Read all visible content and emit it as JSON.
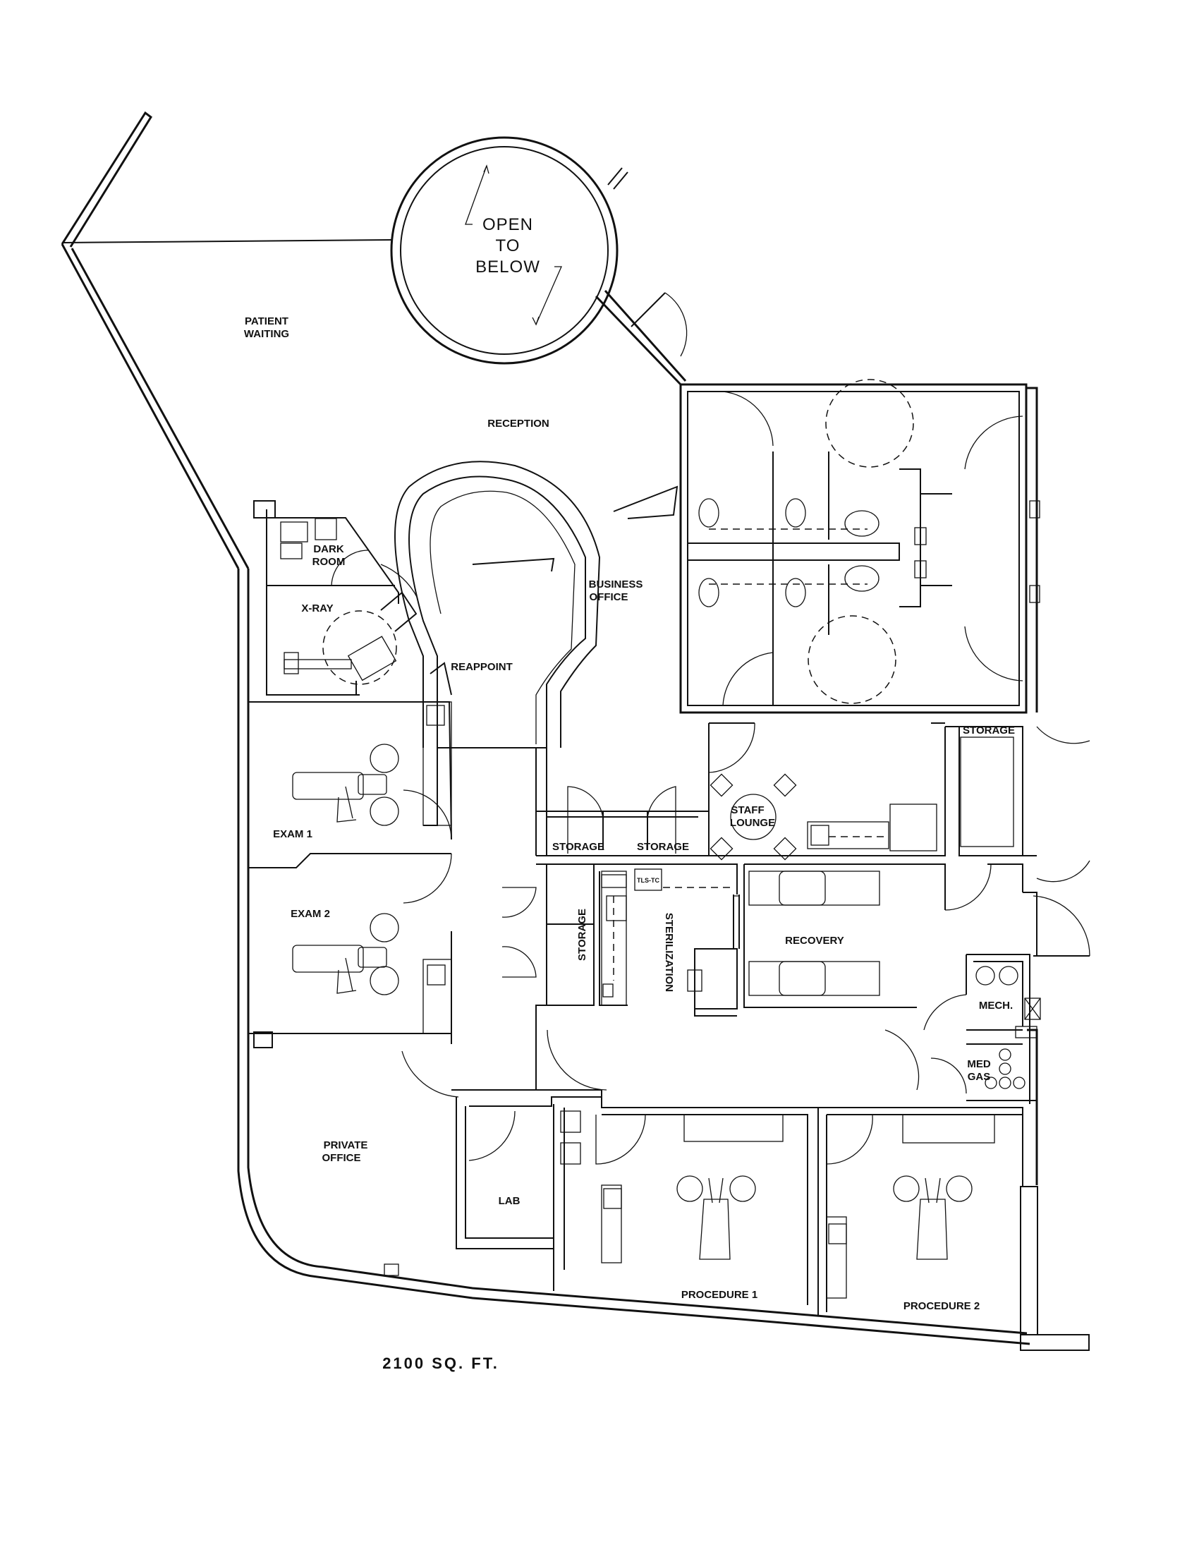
{
  "plan": {
    "area_note": "2100 SQ. FT.",
    "open_to_below": [
      "OPEN",
      "TO",
      "BELOW"
    ],
    "rooms": {
      "patient_waiting": [
        "PATIENT",
        "WAITING"
      ],
      "reception": "RECEPTION",
      "dark_room": [
        "DARK",
        "ROOM"
      ],
      "xray": "X-RAY",
      "reappoint": "REAPPOINT",
      "business_office": [
        "BUSINESS",
        "OFFICE"
      ],
      "exam1": "EXAM 1",
      "exam2": "EXAM 2",
      "storage_a": "STORAGE",
      "storage_b": "STORAGE",
      "storage_c": "STORAGE",
      "storage_d": "STORAGE",
      "staff_lounge": [
        "STAFF",
        "LOUNGE"
      ],
      "sterilization": "STERILIZATION",
      "recovery": "RECOVERY",
      "mech": "MECH.",
      "med_gas": [
        "MED",
        "GAS"
      ],
      "private_office": [
        "PRIVATE",
        "OFFICE"
      ],
      "lab": "LAB",
      "procedure1": "PROCEDURE 1",
      "procedure2": "PROCEDURE 2"
    },
    "small_mark": "TLS-TC"
  }
}
